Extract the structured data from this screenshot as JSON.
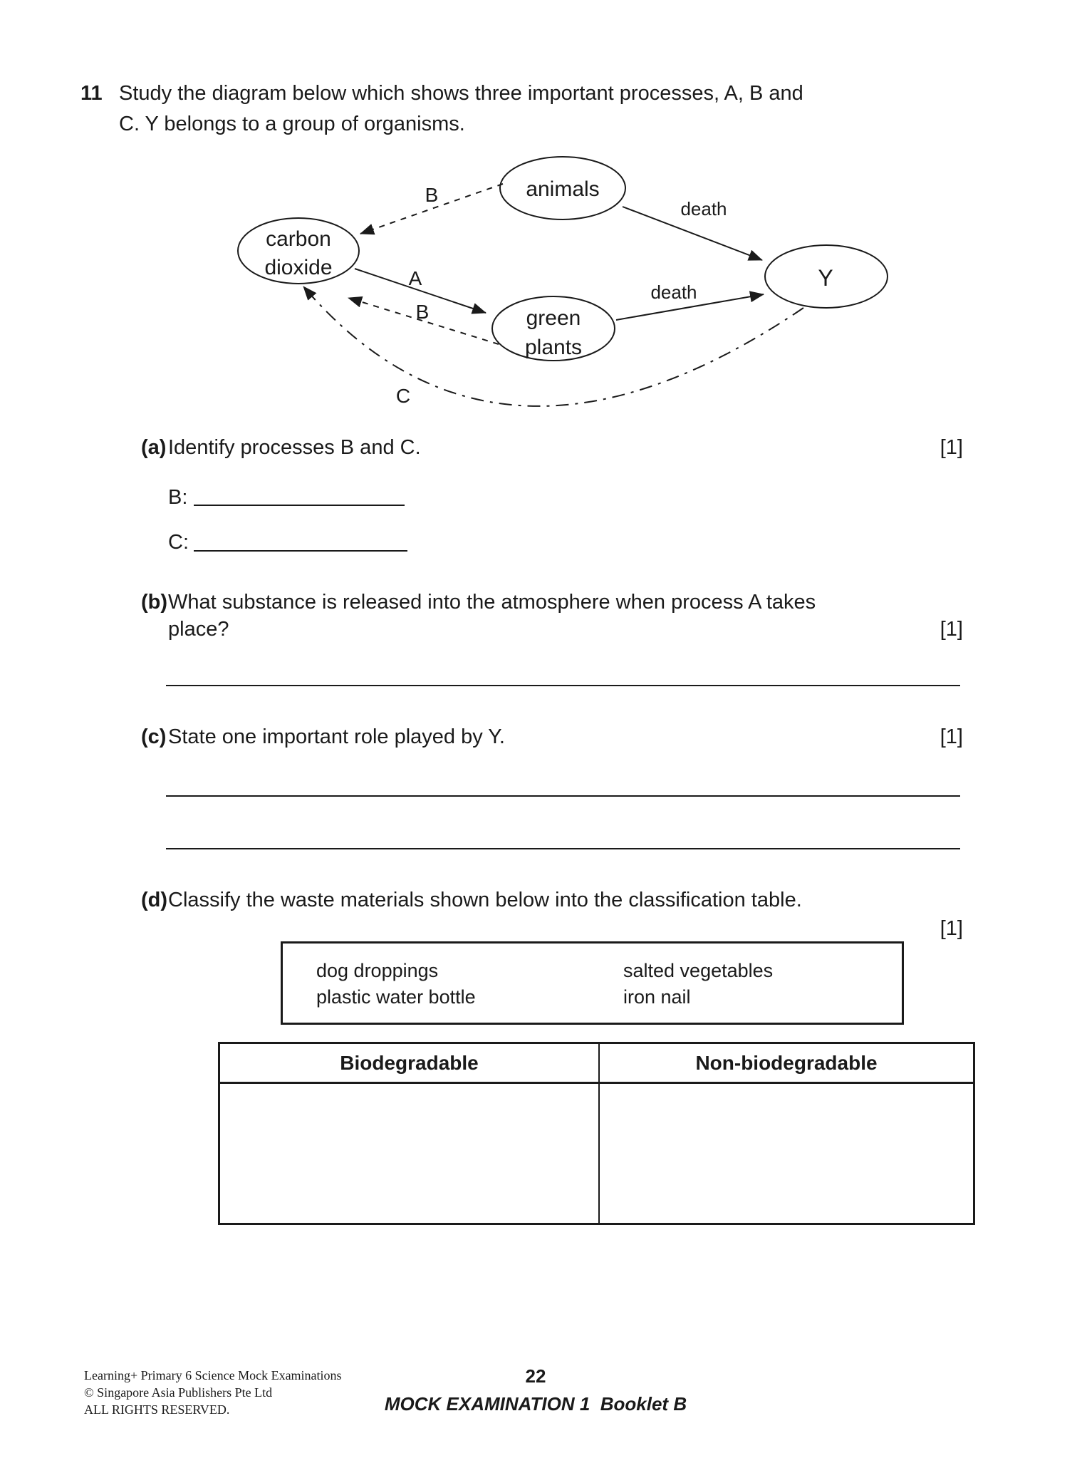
{
  "question": {
    "number": "11",
    "text_lines": [
      "Study the diagram below which shows three important processes, A, B and",
      "C. Y belongs to a group of organisms."
    ]
  },
  "diagram": {
    "nodes": {
      "animals": "animals",
      "carbon_dioxide_line1": "carbon",
      "carbon_dioxide_line2": "dioxide",
      "green_plants_line1": "green",
      "green_plants_line2": "plants",
      "y_organism": "Y"
    },
    "edge_labels": {
      "b_top": "B",
      "a": "A",
      "b_bottom": "B",
      "c": "C",
      "death_animals": "death",
      "death_plants": "death"
    }
  },
  "parts": {
    "a": {
      "label": "(a)",
      "text": "Identify processes B and C.",
      "marks": "[1]",
      "answer_b_label": "B:",
      "answer_c_label": "C:"
    },
    "b": {
      "label": "(b)",
      "text_lines": [
        "What substance is released into the atmosphere when process A takes",
        "place?"
      ],
      "marks": "[1]"
    },
    "c": {
      "label": "(c)",
      "text": "State one important role played by Y.",
      "marks": "[1]"
    },
    "d": {
      "label": "(d)",
      "text": "Classify the waste materials shown below into the classification table.",
      "marks": "[1]",
      "word_bank": [
        "dog droppings",
        "salted vegetables",
        "plastic water bottle",
        "iron nail"
      ],
      "table_headers": [
        "Biodegradable",
        "Non-biodegradable"
      ]
    }
  },
  "footer": {
    "imprint_lines": [
      "Learning+ Primary 6 Science Mock Examinations",
      "© Singapore Asia Publishers Pte Ltd",
      "ALL RIGHTS RESERVED."
    ],
    "page_number": "22",
    "booklet_line": "MOCK EXAMINATION 1  Booklet B"
  }
}
